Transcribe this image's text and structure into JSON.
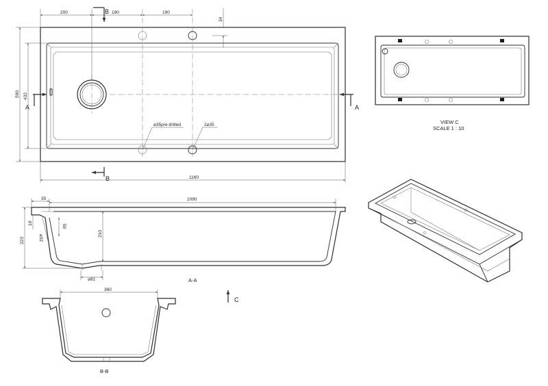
{
  "top_view": {
    "dims": {
      "d200": "200",
      "d190a": "190",
      "d190b": "190",
      "d34": "34",
      "d500": "500",
      "d432": "432",
      "d1160": "1160"
    },
    "section_mark": "B",
    "section_mark_bottom": "B",
    "arrow_left": "A",
    "arrow_right": "A",
    "note_predrilled": "⌀35pre-drilled",
    "note_holes": "2⌀35"
  },
  "view_c": {
    "title": "VIEW C",
    "scale": "SCALE 1 : 10"
  },
  "section_aa": {
    "label": "A-A",
    "dims": {
      "d35": "35",
      "d1090": "1090",
      "d10": "10",
      "d50": "50",
      "d32": "⌀32",
      "d223": "223",
      "d210": "210",
      "d91": "⌀91"
    }
  },
  "arrow_c": {
    "label": "C"
  },
  "section_bb": {
    "label": "B-B",
    "dims": {
      "d360": "360"
    }
  },
  "colors": {
    "line": "#2b2b2b",
    "background": "#ffffff"
  }
}
